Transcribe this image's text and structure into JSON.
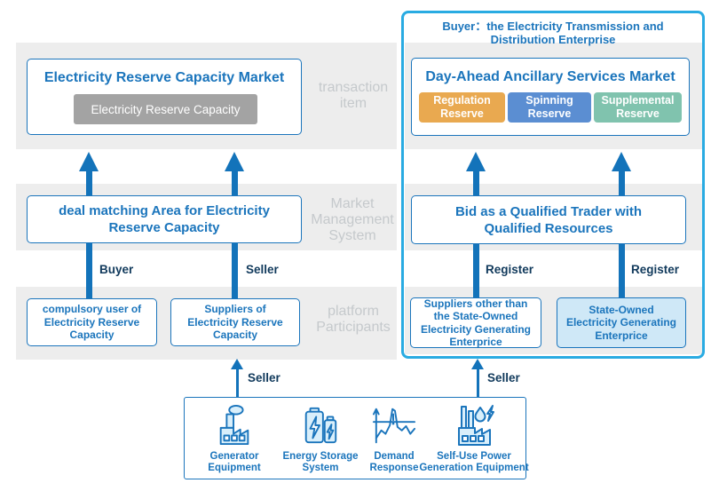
{
  "colors": {
    "accent_blue": "#1b75bc",
    "container_blue": "#29abe2",
    "arrow_blue": "#1373ba",
    "band_gray": "#ededed",
    "chip_gray": "#a3a3a3",
    "row_label_gray": "#c5c9cc",
    "dark_label": "#113a5c",
    "highlight_fill": "#cfe8f7",
    "icon_fill": "#d9effb"
  },
  "right_panel": {
    "header": "Buyer：the Electricity Transmission and Distribution Enterprise"
  },
  "row_labels": {
    "transaction_item": "transaction item",
    "market_management_system": "Market Management System",
    "platform_participants": "platform Participants"
  },
  "markets": {
    "left": {
      "title": "Electricity Reserve Capacity Market",
      "item": "Electricity Reserve Capacity"
    },
    "right": {
      "title": "Day-Ahead Ancillary Services Market",
      "items": [
        {
          "label": "Regulation Reserve",
          "color": "#e9a950"
        },
        {
          "label": "Spinning Reserve",
          "color": "#5b8ed2"
        },
        {
          "label": "Supplemental Reserve",
          "color": "#80c3ae"
        }
      ]
    }
  },
  "management": {
    "left": "deal matching Area for Electricity Reserve Capacity",
    "right": "Bid as a Qualified Trader with Qualified Resources"
  },
  "flow_labels": {
    "buyer": "Buyer",
    "seller": "Seller",
    "register_1": "Register",
    "register_2": "Register",
    "seller_bottom_left": "Seller",
    "seller_bottom_right": "Seller"
  },
  "participants": {
    "left": [
      {
        "label": "compulsory user of Electricity Reserve Capacity"
      },
      {
        "label": "Suppliers of Electricity Reserve Capacity"
      }
    ],
    "right": [
      {
        "label": "Suppliers other than the State-Owned Electricity Generating Enterprice"
      },
      {
        "label": "State-Owned Electricity Generating Enterprice",
        "highlighted": true
      }
    ]
  },
  "resources": {
    "items": [
      {
        "label": "Generator Equipment",
        "icon": "factory-icon"
      },
      {
        "label": "Energy Storage System",
        "icon": "battery-icon"
      },
      {
        "label": "Demand Response",
        "icon": "demand-chart-icon"
      },
      {
        "label": "Self-Use Power Generation Equipment",
        "icon": "factory-power-icon"
      }
    ]
  }
}
